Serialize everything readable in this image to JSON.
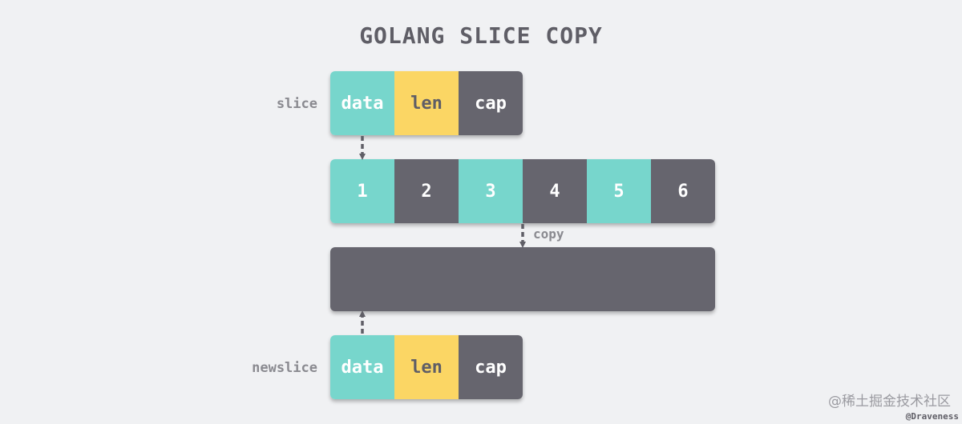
{
  "title": "GOLANG SLICE COPY",
  "slice": {
    "label": "slice",
    "fields": [
      "data",
      "len",
      "cap"
    ]
  },
  "array": {
    "elements": [
      "1",
      "2",
      "3",
      "4",
      "5",
      "6"
    ]
  },
  "copy_label": "copy",
  "newslice": {
    "label": "newslice",
    "fields": [
      "data",
      "len",
      "cap"
    ]
  },
  "watermark": "@稀土掘金技术社区",
  "credit": "@Draveness",
  "colors": {
    "teal": "#77d6cc",
    "yellow": "#fbd664",
    "dark": "#66656e",
    "background": "#f0f1f3"
  }
}
